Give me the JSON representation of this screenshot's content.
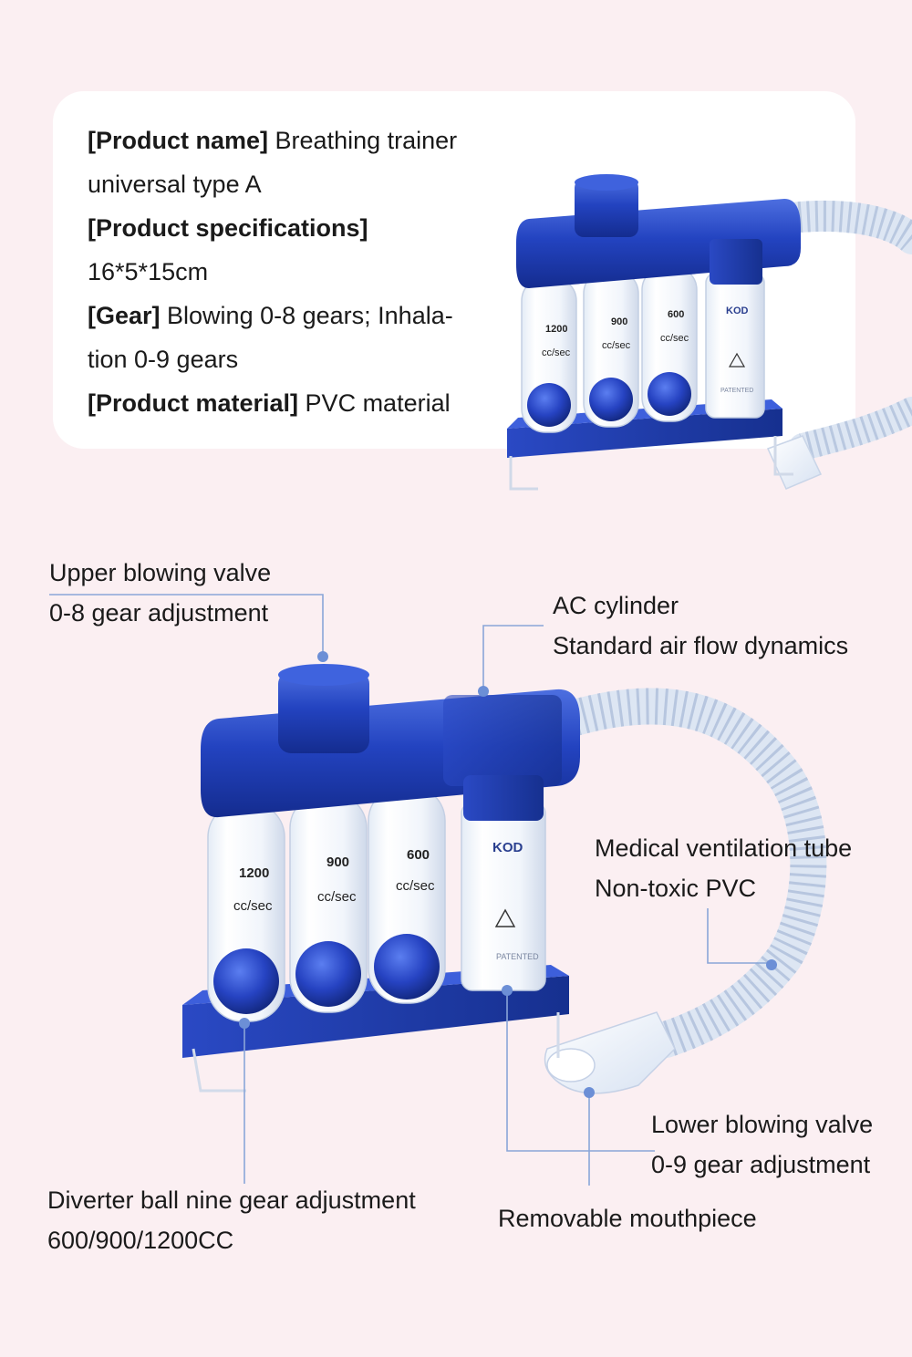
{
  "specs": {
    "product_name_label": "[Product name]",
    "product_name_value_1": " Breathing trainer",
    "product_name_value_2": "universal type A",
    "specifications_label": "[Product specifications]",
    "specifications_value": "16*5*15cm",
    "gear_label": "[Gear]",
    "gear_value_1": " Blowing 0-8 gears; Inhala-",
    "gear_value_2": "tion 0-9 gears",
    "material_label": "[Product material]",
    "material_value": " PVC material"
  },
  "device_labels": {
    "cylinder_1": {
      "flow": "1200",
      "unit": "cc/sec"
    },
    "cylinder_2": {
      "flow": "900",
      "unit": "cc/sec"
    },
    "cylinder_3": {
      "flow": "600",
      "unit": "cc/sec"
    },
    "brand_mark": "KOD",
    "patent": "PATENTED"
  },
  "callouts": {
    "upper_valve": [
      "Upper blowing valve",
      "0-8 gear adjustment"
    ],
    "ac_cylinder": [
      "AC cylinder",
      "Standard air flow dynamics"
    ],
    "ventilation_tube": [
      "Medical ventilation tube",
      "Non-toxic PVC"
    ],
    "lower_valve": [
      "Lower blowing valve",
      "0-9 gear adjustment"
    ],
    "diverter_ball": [
      "Diverter ball nine gear adjustment",
      "600/900/1200CC"
    ],
    "mouthpiece": "Removable mouthpiece"
  },
  "colors": {
    "background": "#fbeff2",
    "card": "#ffffff",
    "device_blue": "#1f3fb0",
    "leader_line": "#8aa6d8"
  }
}
